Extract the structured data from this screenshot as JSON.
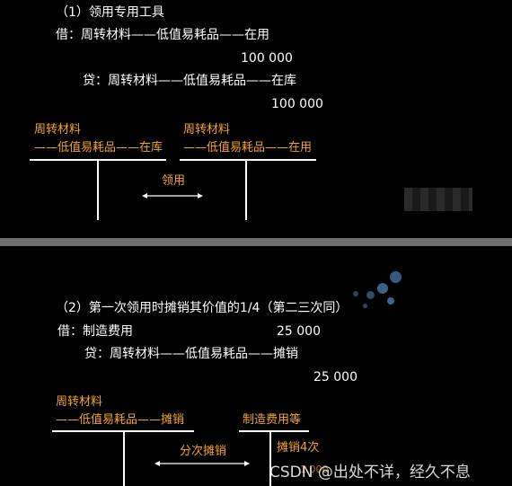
{
  "slide1": {
    "title": "（1）领用专用工具",
    "debit": "借：周转材料——低值易耗品——在用",
    "debit_amount": "100 000",
    "credit": "贷：周转材料——低值易耗品——在库",
    "credit_amount": "100 000",
    "taccount_left_line1": "周转材料",
    "taccount_left_line2": "——低值易耗品——在库",
    "taccount_right_line1": "周转材料",
    "taccount_right_line2": "——低值易耗品——在用",
    "arrow_label": "领用"
  },
  "slide2": {
    "title": "（2）第一次领用时摊销其价值的1/4（第二三次同）",
    "debit": "借：制造费用",
    "debit_amount": "25 000",
    "credit": "贷：周转材料——低值易耗品——摊销",
    "credit_amount": "25 000",
    "taccount_left_line1": "周转材料",
    "taccount_left_line2": "——低值易耗品——摊销",
    "taccount_right_line1": "制造费用等",
    "arrow_label": "分次摊销",
    "right_note": "摊销4次",
    "right_note2": "1,000"
  },
  "watermark": "CSDN @出处不详，经久不息",
  "colors": {
    "accent": "#f5a623",
    "background": "#000000",
    "divider": "#6e6e6e"
  }
}
